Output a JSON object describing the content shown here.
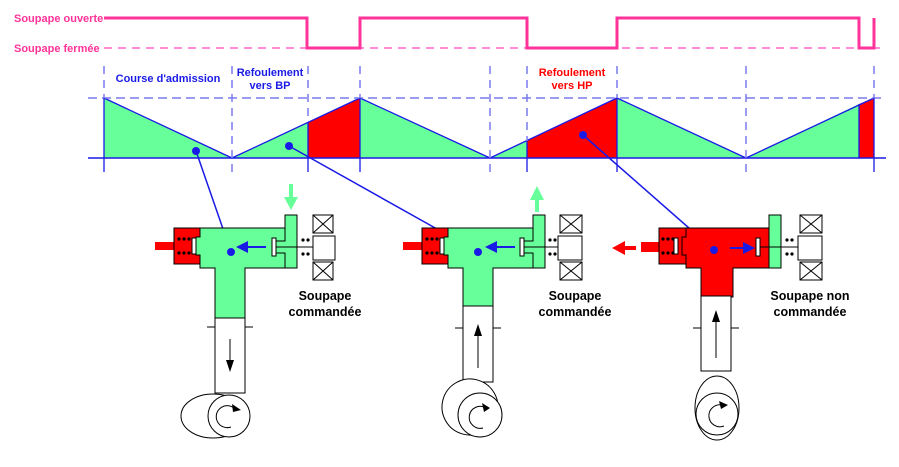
{
  "valve_signal": {
    "open_label": "Soupape ouverte",
    "closed_label": "Soupape fermée",
    "color": "#ff3399"
  },
  "phases": {
    "intake_label": "Course d'admission",
    "delivery_bp_label_1": "Refoulement",
    "delivery_bp_label_2": "vers BP",
    "delivery_hp_label_1": "Refoulement",
    "delivery_hp_label_2": "vers HP"
  },
  "colors": {
    "fluid_low_pressure": "#66ff99",
    "fluid_high_pressure": "#ff0000",
    "axis": "#1a1ae6",
    "guide": "#7a7aee"
  },
  "pumps": [
    {
      "caption_1": "Soupape",
      "caption_2": "commandée",
      "state": "intake"
    },
    {
      "caption_1": "Soupape",
      "caption_2": "commandée",
      "state": "delivery-bp"
    },
    {
      "caption_1": "Soupape non",
      "caption_2": "commandée",
      "state": "delivery-hp"
    }
  ]
}
